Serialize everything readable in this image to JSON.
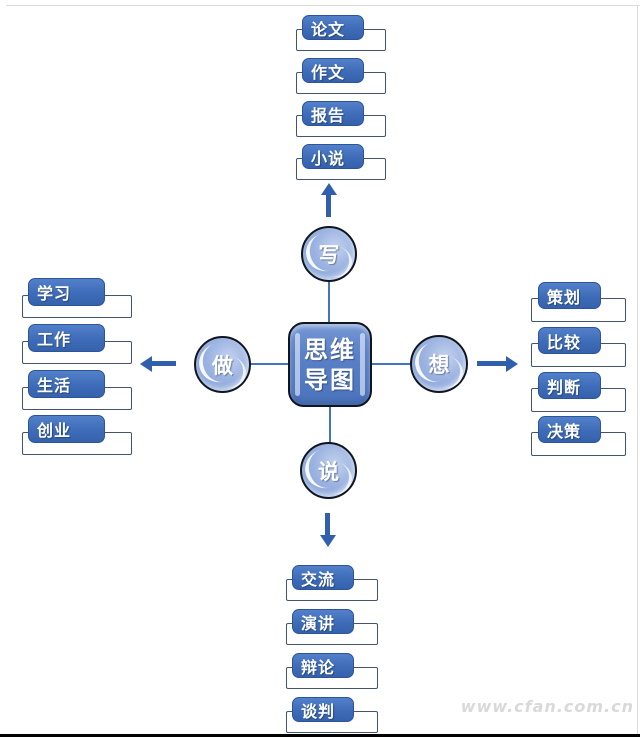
{
  "center": {
    "line1": "思维",
    "line2": "导图"
  },
  "branches": {
    "top": {
      "hub": "写",
      "items": [
        "论文",
        "作文",
        "报告",
        "小说"
      ]
    },
    "left": {
      "hub": "做",
      "items": [
        "学习",
        "工作",
        "生活",
        "创业"
      ]
    },
    "right": {
      "hub": "想",
      "items": [
        "策划",
        "比较",
        "判断",
        "决策"
      ]
    },
    "bottom": {
      "hub": "说",
      "items": [
        "交流",
        "演讲",
        "辩论",
        "谈判"
      ]
    }
  },
  "watermark": "www.cfan.com.cn",
  "colors": {
    "leaf_fill": "#3e6cb8",
    "hub_fill": "#8FAADC",
    "center_fill": "#5b82c8",
    "outline": "#44546A",
    "connector": "#4472C4",
    "arrow": "#3060ad"
  }
}
